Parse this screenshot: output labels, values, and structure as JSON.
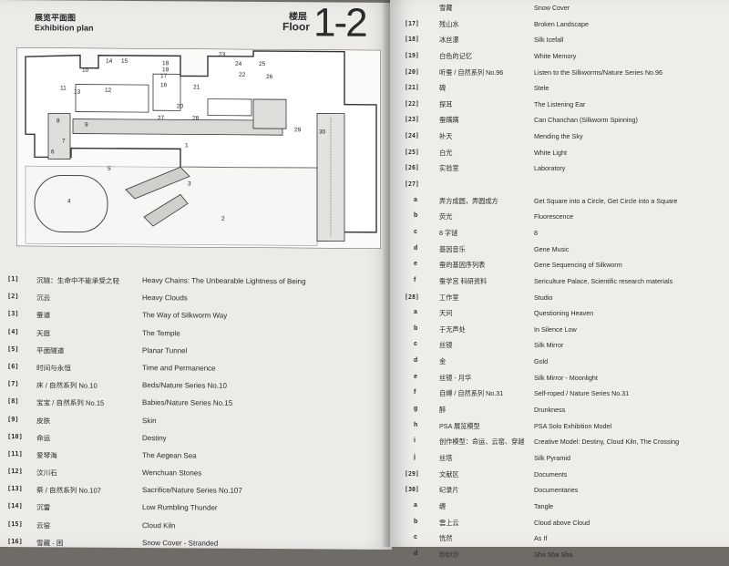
{
  "header": {
    "title_cn": "展览平面图",
    "title_en": "Exhibition plan",
    "floor_cn": "楼层",
    "floor_en": "Floor",
    "floor_number": "1-2"
  },
  "plan_labels": [
    "1",
    "2",
    "3",
    "4",
    "5",
    "6",
    "7",
    "8",
    "9",
    "10",
    "11",
    "12",
    "13",
    "14",
    "15",
    "16",
    "17",
    "18",
    "19",
    "20",
    "21",
    "22",
    "23",
    "24",
    "25",
    "26",
    "27",
    "28",
    "29",
    "30"
  ],
  "left_list": [
    {
      "num": "[1]",
      "cn": "沉链：生命中不能承受之轻",
      "en": "Heavy Chains: The Unbearable Lightness of Being"
    },
    {
      "num": "[2]",
      "cn": "沉云",
      "en": "Heavy Clouds"
    },
    {
      "num": "[3]",
      "cn": "蚕道",
      "en": "The Way of Silkworm Way"
    },
    {
      "num": "[4]",
      "cn": "天庭",
      "en": "The Temple"
    },
    {
      "num": "[5]",
      "cn": "平面隧道",
      "en": "Planar Tunnel"
    },
    {
      "num": "[6]",
      "cn": "时间与永恒",
      "en": "Time and Permanence"
    },
    {
      "num": "[7]",
      "cn": "床 / 自然系列 No.10",
      "en": "Beds/Nature Series No.10"
    },
    {
      "num": "[8]",
      "cn": "宝宝 / 自然系列 No.15",
      "en": "Babies/Nature Series No.15"
    },
    {
      "num": "[9]",
      "cn": "皮肤",
      "en": "Skin"
    },
    {
      "num": "[10]",
      "cn": "命运",
      "en": "Destiny"
    },
    {
      "num": "[11]",
      "cn": "爱琴海",
      "en": "The Aegean Sea"
    },
    {
      "num": "[12]",
      "cn": "汶川石",
      "en": "Wenchuan Stones"
    },
    {
      "num": "[13]",
      "cn": "祭 / 自然系列 No.107",
      "en": "Sacrifice/Nature Series No.107"
    },
    {
      "num": "[14]",
      "cn": "沉雷",
      "en": "Low Rumbling Thunder"
    },
    {
      "num": "[15]",
      "cn": "云窑",
      "en": "Cloud Kiln"
    },
    {
      "num": "[16]",
      "cn": "雪藏 - 困",
      "en": "Snow Cover - Stranded"
    }
  ],
  "right_list": [
    {
      "num": "",
      "cn": "雪藏",
      "en": "Snow Cover",
      "sub": false
    },
    {
      "num": "[17]",
      "cn": "残山水",
      "en": "Broken Landscape",
      "sub": false
    },
    {
      "num": "[18]",
      "cn": "冰丝瀑",
      "en": "Silk Icefall",
      "sub": false
    },
    {
      "num": "[19]",
      "cn": "白色的记忆",
      "en": "White Memory",
      "sub": false
    },
    {
      "num": "[20]",
      "cn": "听蚕 / 自然系列 No.96",
      "en": "Listen to the Silkworms/Nature Series No.96",
      "sub": false
    },
    {
      "num": "[21]",
      "cn": "碑",
      "en": "Stele",
      "sub": false
    },
    {
      "num": "[22]",
      "cn": "探耳",
      "en": "The Listening Ear",
      "sub": false
    },
    {
      "num": "[23]",
      "cn": "蚕蹒蹒",
      "en": "Can Chanchan (Silkworm Spinning)",
      "sub": false
    },
    {
      "num": "[24]",
      "cn": "补天",
      "en": "Mending the Sky",
      "sub": false
    },
    {
      "num": "[25]",
      "cn": "白光",
      "en": "White Light",
      "sub": false
    },
    {
      "num": "[26]",
      "cn": "实验室",
      "en": "Laboratory",
      "sub": false
    },
    {
      "num": "[27]",
      "cn": "",
      "en": "",
      "sub": false
    },
    {
      "num": "a",
      "cn": "弄方成圆，弄圆成方",
      "en": "Get Square into a Circle, Get Circle into a Square",
      "sub": true
    },
    {
      "num": "b",
      "cn": "荧光",
      "en": "Fluorescence",
      "sub": true
    },
    {
      "num": "c",
      "cn": "8 字谜",
      "en": "8",
      "sub": true
    },
    {
      "num": "d",
      "cn": "基因音乐",
      "en": "Gene Music",
      "sub": true
    },
    {
      "num": "e",
      "cn": "蚕的基因序列表",
      "en": "Gene Sequencing of Silkworm",
      "sub": true
    },
    {
      "num": "f",
      "cn": "蚕学宫 科研资料",
      "en": "Sericulture Palace, Scientific research materials",
      "sub": true
    },
    {
      "num": "[28]",
      "cn": "工作室",
      "en": "Studio",
      "sub": false
    },
    {
      "num": "a",
      "cn": "天问",
      "en": "Questioning Heaven",
      "sub": true
    },
    {
      "num": "b",
      "cn": "于无声处",
      "en": "In Silence Low",
      "sub": true
    },
    {
      "num": "c",
      "cn": "丝镜",
      "en": "Silk Mirror",
      "sub": true
    },
    {
      "num": "d",
      "cn": "金",
      "en": "Gold",
      "sub": true
    },
    {
      "num": "e",
      "cn": "丝镜 - 月华",
      "en": "Silk Mirror - Moonlight",
      "sub": true
    },
    {
      "num": "f",
      "cn": "自缚 / 自然系列 No.31",
      "en": "Self-roped / Nature Series No.31",
      "sub": true
    },
    {
      "num": "g",
      "cn": "醉",
      "en": "Drunkness",
      "sub": true
    },
    {
      "num": "h",
      "cn": "PSA 展览模型",
      "en": "PSA Solo Exhibition Model",
      "sub": true
    },
    {
      "num": "i",
      "cn": "创作模型：命运、云窑、穿越",
      "en": "Creative Model: Destiny, Cloud Kiln, The Crossing",
      "sub": true
    },
    {
      "num": "j",
      "cn": "丝塔",
      "en": "Silk Pyramid",
      "sub": true
    },
    {
      "num": "[29]",
      "cn": "文献区",
      "en": "Documents",
      "sub": false
    },
    {
      "num": "[30]",
      "cn": "纪录片",
      "en": "Documentaries",
      "sub": false
    },
    {
      "num": "a",
      "cn": "缠",
      "en": "Tangle",
      "sub": true
    },
    {
      "num": "b",
      "cn": "雲上云",
      "en": "Cloud above Cloud",
      "sub": true
    },
    {
      "num": "c",
      "cn": "恍然",
      "en": "As If",
      "sub": true
    },
    {
      "num": "d",
      "cn": "纱纱沙",
      "en": "Sha Sha Sha",
      "sub": true
    }
  ]
}
